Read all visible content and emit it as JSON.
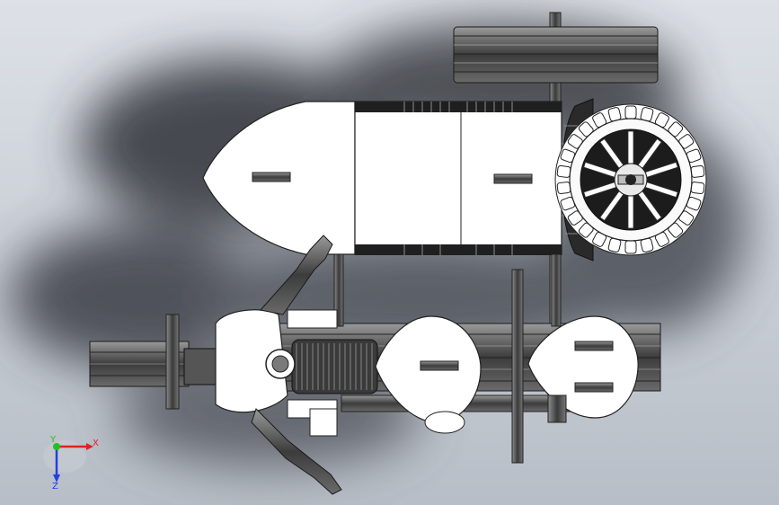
{
  "view": {
    "background_top": "#dde1e7",
    "background_bottom": "#b8bec7"
  },
  "model": {
    "metal": "#4a4a4a",
    "metal_dark": "#1e1e1e",
    "metal_light": "#8a8a8a",
    "part_white": "#ffffff",
    "shadow": "#3a3d44"
  },
  "triad": {
    "x_label": "X",
    "y_label": "Y",
    "z_label": "Z",
    "x_color": "#e02020",
    "y_color": "#20c020",
    "z_color": "#2040e0"
  }
}
